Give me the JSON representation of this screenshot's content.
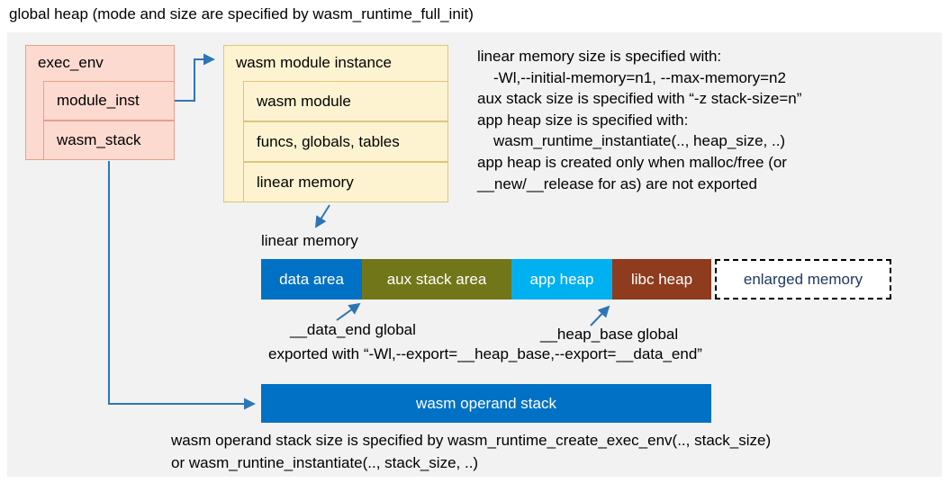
{
  "colors": {
    "panel_bg": "#f2f2f2",
    "pink_fill": "#fcdacf",
    "pink_border": "#e5a18c",
    "cream_fill": "#fdf3d0",
    "cream_border": "#dcc57c",
    "arrow_blue": "#2e75b6",
    "bar_blue": "#0071c5",
    "bar_olive": "#717618",
    "bar_cyan": "#00b0f0",
    "bar_brown": "#8e3b1e",
    "enlarged_text": "#1f3864"
  },
  "title": "global heap (mode and size are specified by wasm_runtime_full_init)",
  "exec_env": {
    "title": "exec_env",
    "items": [
      {
        "label": "module_inst"
      },
      {
        "label": "wasm_stack"
      }
    ]
  },
  "module_instance": {
    "title": "wasm module instance",
    "items": [
      {
        "label": "wasm module"
      },
      {
        "label": "funcs, globals, tables"
      },
      {
        "label": "linear memory"
      }
    ]
  },
  "notes": {
    "lines": [
      "linear memory size is specified with:",
      "-Wl,--initial-memory=n1, --max-memory=n2",
      "aux stack size is specified with “-z stack-size=n”",
      "app heap size is specified with:",
      "wasm_runtime_instantiate(.., heap_size, ..)",
      "app heap is created only when malloc/free (or",
      "__new/__release for as) are not exported"
    ]
  },
  "linear_memory_label": "linear memory",
  "memory_bar": {
    "segments": [
      {
        "label": "data area",
        "bg": "#0071c5",
        "fg": "#ffffff"
      },
      {
        "label": "aux stack area",
        "bg": "#717618",
        "fg": "#ffffff"
      },
      {
        "label": "app heap",
        "bg": "#00b0f0",
        "fg": "#ffffff"
      },
      {
        "label": "libc heap",
        "bg": "#8e3b1e",
        "fg": "#ffffff"
      },
      {
        "label": "enlarged memory",
        "bg": "#ffffff",
        "fg": "#1f3864"
      }
    ]
  },
  "annotations": {
    "data_end": "__data_end global",
    "heap_base": "__heap_base global",
    "exported": "exported with “-Wl,--export=__heap_base,--export=__data_end”"
  },
  "operand_stack_label": "wasm operand stack",
  "footer": {
    "lines": [
      "wasm operand stack size is specified by wasm_runtime_create_exec_env(.., stack_size)",
      "or wasm_runtine_instantiate(.., stack_size, ..)"
    ]
  }
}
